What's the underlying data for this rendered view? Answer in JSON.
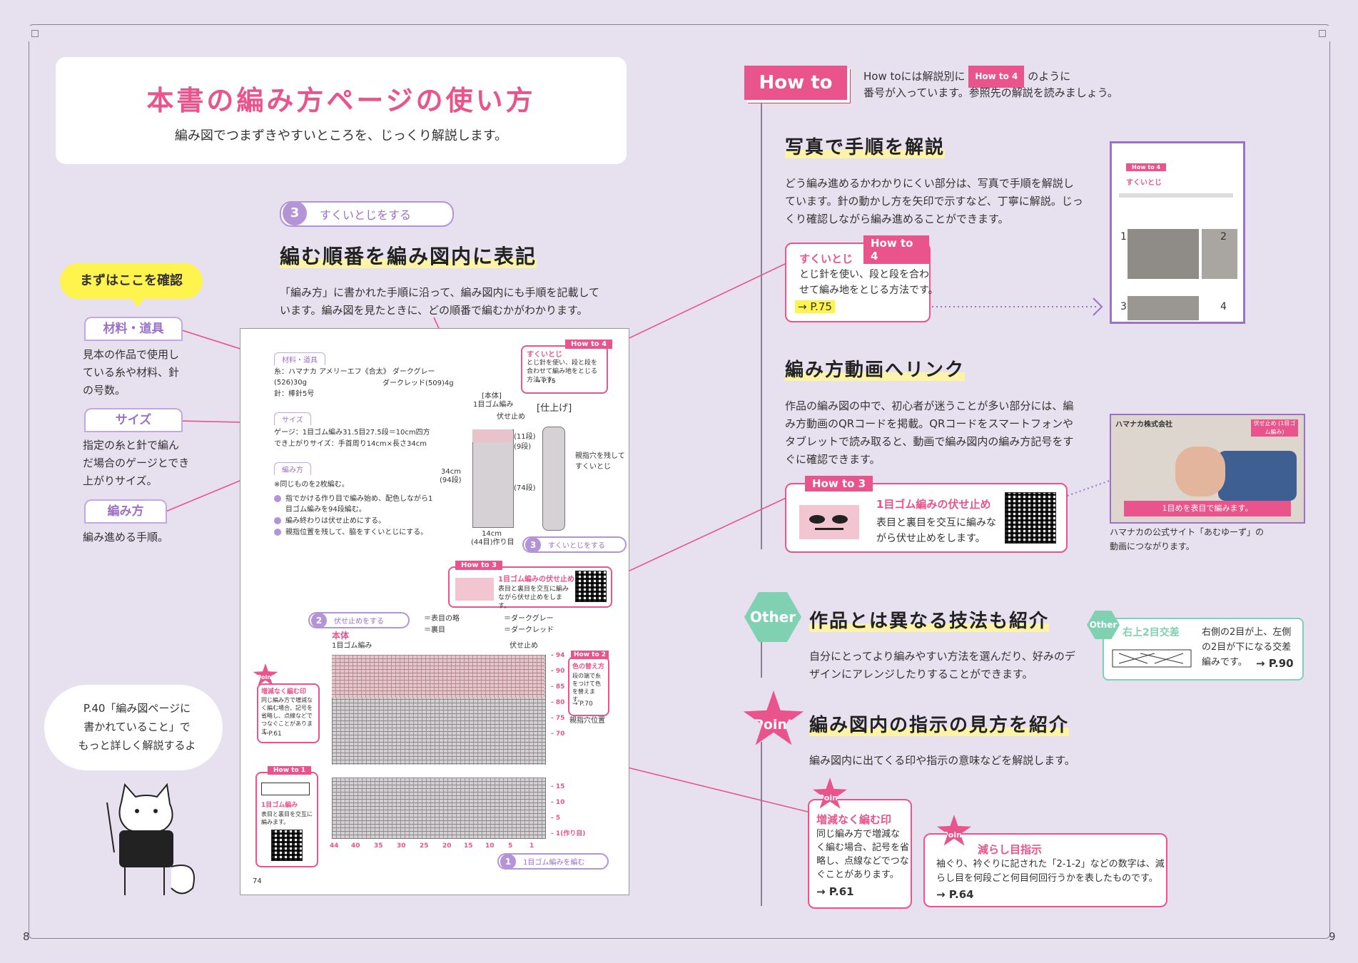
{
  "pages": {
    "left": "8",
    "right": "9"
  },
  "title": {
    "main": "本書の編み方ページの使い方",
    "sub": "編み図でつまずきやすいところを、じっくり解説します。"
  },
  "step3": {
    "num": "3",
    "label": "すくいとじをする"
  },
  "section1": {
    "heading": "編む順番を編み図内に表記",
    "body1": "「編み方」に書かれた手順に沿って、編み図内にも手順を記載して",
    "body2": "います。編み図を見たときに、どの順番で編むかがわかります。"
  },
  "left": {
    "check": "まずはここを確認",
    "materials_tag": "材料・道具",
    "materials_text": [
      "見本の作品で使用し",
      "ている糸や材料、針",
      "の号数。"
    ],
    "size_tag": "サイズ",
    "size_text": [
      "指定の糸と針で編ん",
      "だ場合のゲージとでき",
      "上がりサイズ。"
    ],
    "method_tag": "編み方",
    "method_text": "編み進める手順。",
    "cat_bubble": [
      "P.40「編み図ページに",
      "書かれていること」で",
      "もっと詳しく解説するよ"
    ]
  },
  "pattern": {
    "materials_tag": "材料・道具",
    "yarn1": "糸：ハマナカ アメリーエフ《合太》 ダークグレー(526)30g",
    "yarn2": "ダークレッド(509)4g",
    "needle": "針：棒針5号",
    "size_tag": "サイズ",
    "gauge": "ゲージ：1目ゴム編み31.5目27.5段＝10cm四方",
    "finished": "でき上がりサイズ：手首周り14cm×長さ34cm",
    "method_tag": "編み方",
    "note": "※同じものを2枚編む。",
    "steps": [
      "指でかける作り目で編み始め、配色しながら1目ゴム編みを94段編む。",
      "編み終わりは伏せ止めにする。",
      "親指位置を残して、脇をすくいとじにする。"
    ],
    "body_label": "[本体]",
    "body_sub": "1目ゴム編み",
    "bindoff": "伏せ止め",
    "finish": "[仕上げ]",
    "rows11": "(11段)",
    "rows9": "(9段)",
    "rows74": "(74段)",
    "len": "34cm",
    "len_rows": "(94段)",
    "width": "14cm",
    "width_sts": "(44目)作り目",
    "thumb_note": "親指穴を残して すくいとじ",
    "howto4": "How to 4",
    "howto4_title": "すくいとじ",
    "howto4_text": "とじ針を使い、段と段を合わせて編み地をとじる方法です。",
    "howto4_ref": "→ P.75",
    "step3_label": "すくいとじをする",
    "howto3": "How to 3",
    "howto3_title": "1目ゴム編みの伏せ止め",
    "howto3_text": "表目と裏目を交互に編みながら伏せ止めをします。",
    "step2_label": "伏せ止めをする",
    "legend": [
      "＝表目の略",
      "＝ダークグレー",
      "＝裏目",
      "＝ダークレッド"
    ],
    "chart_title": "本体",
    "chart_sub": "1目ゴム編み",
    "chart_bindoff": "伏せ止め",
    "row_nums": [
      "94",
      "90",
      "85",
      "80",
      "75",
      "70",
      "15",
      "10",
      "5",
      "1(作り目)"
    ],
    "col_nums": [
      "44",
      "40",
      "35",
      "30",
      "25",
      "20",
      "15",
      "10",
      "5",
      "1"
    ],
    "thumb_pos": "親指穴位置",
    "howto2": "How to 2",
    "howto2_title": "色の替え方",
    "howto2_text": "段の端で糸をつけて色を替えます。",
    "howto2_ref": "→ P.70",
    "point_title": "増減なく編む印",
    "point_text": "同じ編み方で増減なく編む場合、記号を省略し、点線などでつなぐことがあります。",
    "point_ref": "→ P.61",
    "howto1": "How to 1",
    "howto1_title": "1目ゴム編み",
    "howto1_text": "表目と裏目を交互に編みます。",
    "step1_label": "1目ゴム編みを編む",
    "page_no": "74"
  },
  "right": {
    "howto_head": "How to",
    "intro1a": "How toには解説別に",
    "intro_badge": "How to 4",
    "intro1b": "のように",
    "intro2": "番号が入っています。参照先の解説を読みましょう。",
    "sec_photo": "写真で手順を解説",
    "photo_body": [
      "どう編み進めるかわかりにくい部分は、写真で手順を解説し",
      "ています。針の動かし方を矢印で示すなど、丁寧に解説。じっ",
      "くり確認しながら編み進めることができます。"
    ],
    "callout1_badge": "How to 4",
    "callout1_title": "すくいとじ",
    "callout1_text": [
      "とじ針を使い、段と段を合わ",
      "せて編み地をとじる方法です。"
    ],
    "callout1_ref": "→ P.75",
    "thumb1_badge": "How to 4",
    "thumb1_title": "すくいとじ",
    "thumb1_nums": [
      "1",
      "2",
      "3",
      "4"
    ],
    "sec_video": "編み方動画へリンク",
    "video_body": [
      "作品の編み図の中で、初心者が迷うことが多い部分には、編",
      "み方動画のQRコードを掲載。QRコードをスマートフォンや",
      "タブレットで読み取ると、動画で編み図内の編み方記号をす",
      "ぐに確認できます。"
    ],
    "callout2_badge": "How to 3",
    "callout2_title": "1目ゴム編みの伏せ止め",
    "callout2_text": [
      "表目と裏目を交互に編みな",
      "がら伏せ止めをします。"
    ],
    "video_brand": "ハマナカ株式会社",
    "video_chip": "伏せ止め (1目ゴム編み)",
    "video_caption": "1目めを表目で編みます。",
    "video_note": [
      "ハマナカの公式サイト「あむゆーず」の",
      "動画につながります。"
    ],
    "other_badge": "Other",
    "sec_other": "作品とは異なる技法も紹介",
    "other_body": [
      "自分にとってより編みやすい方法を選んだり、好みのデ",
      "ザインにアレンジしたりすることができます。"
    ],
    "other_small_badge": "Other",
    "other_box_title": "右上2目交差",
    "other_box_text": [
      "右側の2目が上、左側",
      "の2目が下になる交差",
      "編みです。"
    ],
    "other_box_ref": "→ P.90",
    "point_badge": "Point",
    "sec_point": "編み図内の指示の見方を紹介",
    "point_body": "編み図内に出てくる印や指示の意味などを解説します。",
    "point1_badge": "Point",
    "point1_title": "増減なく編む印",
    "point1_text": [
      "同じ編み方で増減な",
      "く編む場合、記号を省",
      "略し、点線などでつな",
      "ぐことがあります。"
    ],
    "point1_ref": "→ P.61",
    "point2_badge": "Point",
    "point2_title": "減らし目指示",
    "point2_text": [
      "袖ぐり、衿ぐりに記された「2-1-2」などの数字は、減",
      "らし目を何段ごと何目何回行うかを表したものです。"
    ],
    "point2_ref": "→ P.64"
  }
}
